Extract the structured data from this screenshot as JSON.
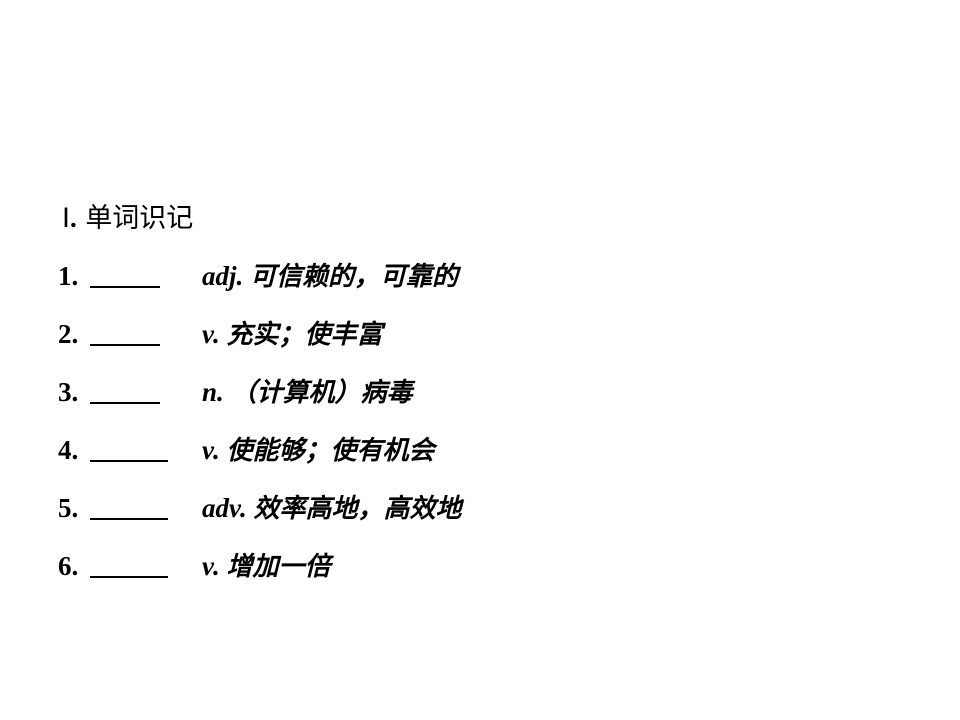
{
  "section": {
    "numeral": "Ⅰ",
    "separator": ".",
    "title": "单词识记"
  },
  "items": [
    {
      "num": "1.",
      "pos": "adj.",
      "meaning": "可信赖的，可靠的"
    },
    {
      "num": "2.",
      "pos": "v.",
      "meaning": "充实；使丰富"
    },
    {
      "num": "3.",
      "pos": "n.",
      "meaning": "（计算机）病毒"
    },
    {
      "num": "4.",
      "pos": "v.",
      "meaning": "使能够；使有机会"
    },
    {
      "num": "5.",
      "pos": "adv.",
      "meaning": "效率高地，高效地"
    },
    {
      "num": "6.",
      "pos": "v.",
      "meaning": "增加一倍"
    }
  ]
}
